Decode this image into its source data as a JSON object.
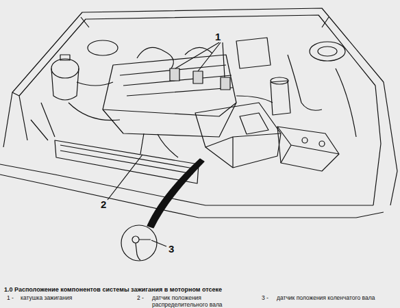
{
  "diagram": {
    "caption": "1.0 Расположение компонентов системы зажигания в моторном отсеке",
    "labels": [
      "1",
      "2",
      "3",
      "1 -",
      "катушка зажигания",
      "2 -",
      "датчик положения распределительного вала",
      "3 -",
      "датчик положения коленчатого вала"
    ]
  }
}
